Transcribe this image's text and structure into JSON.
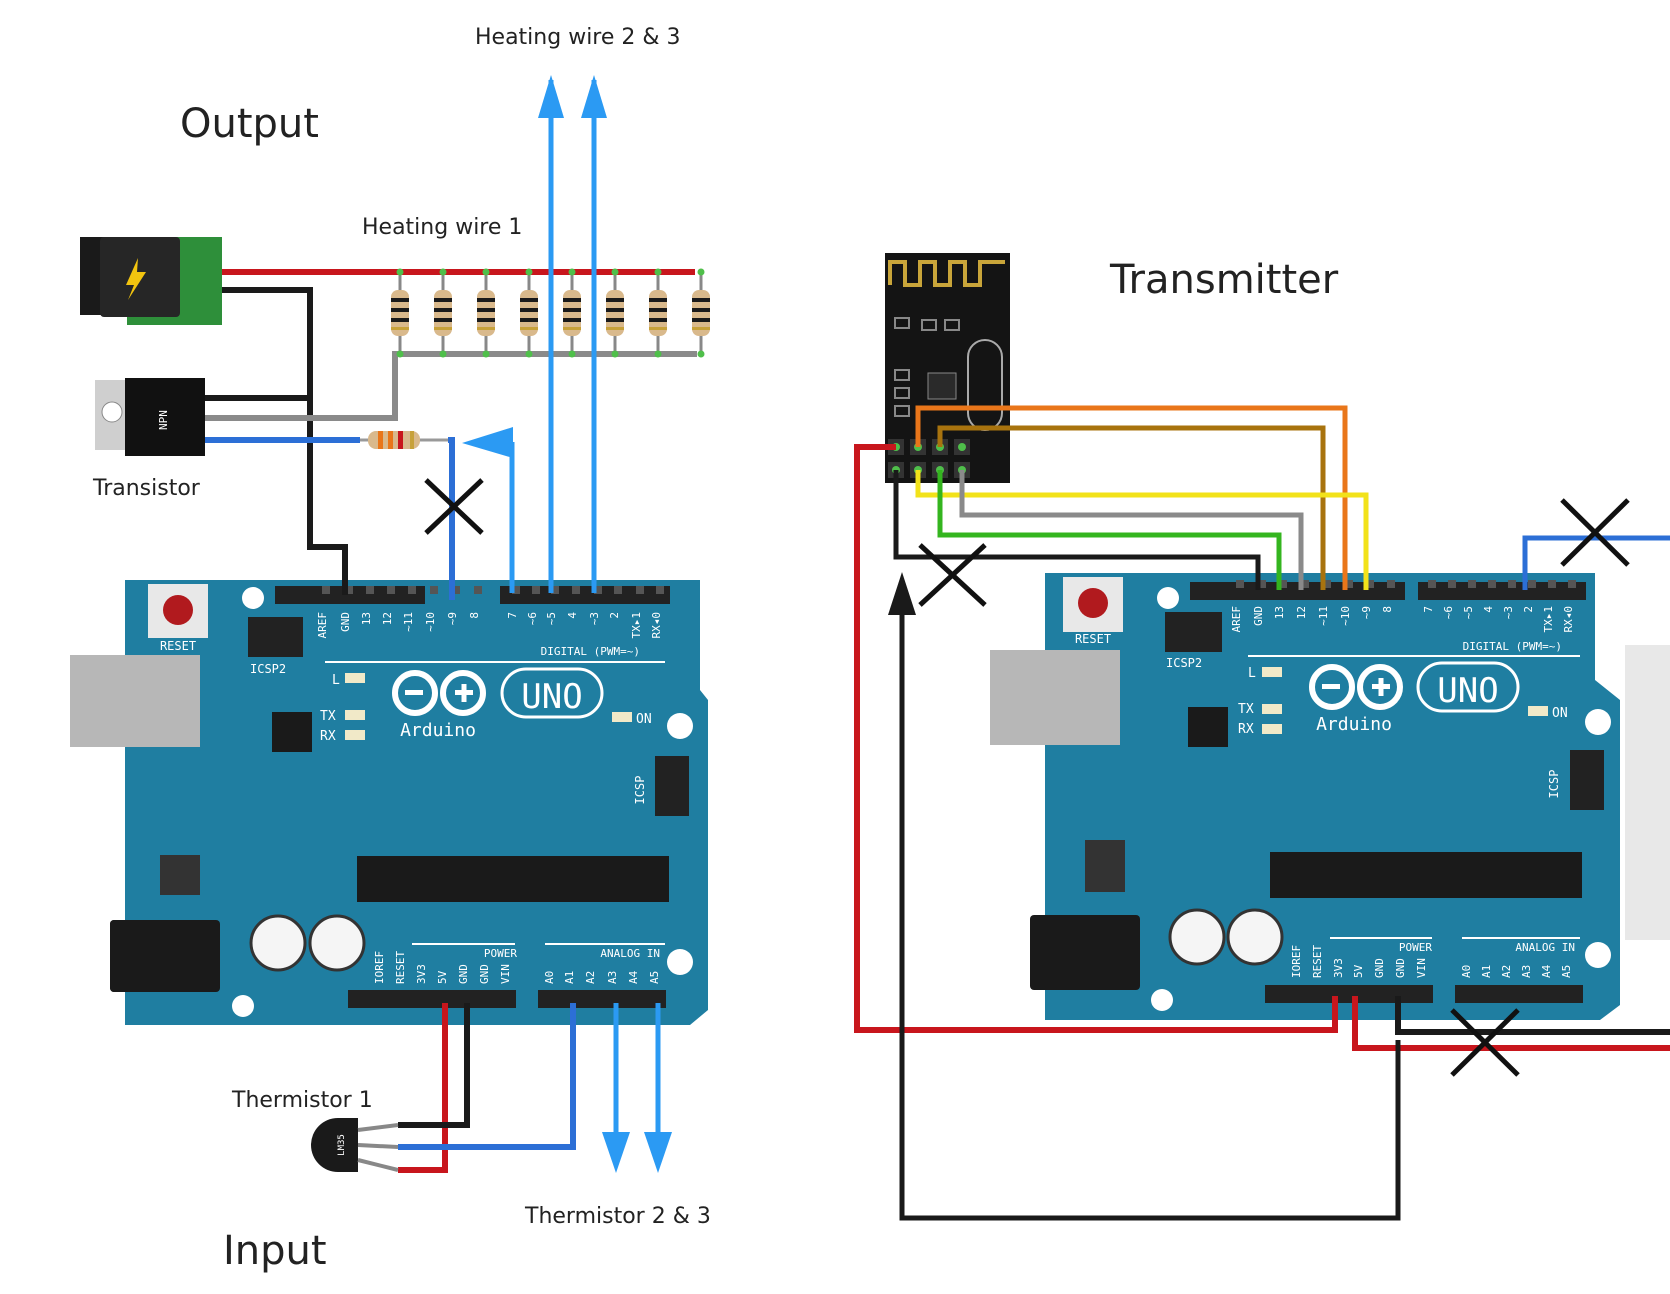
{
  "labels": {
    "output": "Output",
    "input": "Input",
    "heating_wire_1": "Heating wire 1",
    "heating_wire_2_3": "Heating wire 2 & 3",
    "transistor": "Transistor",
    "thermistor_1": "Thermistor 1",
    "thermistor_2_3": "Thermistor 2 & 3",
    "transmitter": "Transmitter"
  },
  "board": {
    "reset": "RESET",
    "icsp2": "ICSP2",
    "icsp": "ICSP",
    "uno": "UNO",
    "arduino": "Arduino",
    "digital": "DIGITAL (PWM=~)",
    "power": "POWER",
    "analog_in": "ANALOG IN",
    "led_l": "L",
    "led_tx": "TX",
    "led_rx": "RX",
    "led_on": "ON",
    "transistor_marking": "NPN",
    "thermistor_marking": "LM35",
    "digital_pins": [
      "AREF",
      "GND",
      "13",
      "12",
      "~11",
      "~10",
      "~9",
      "8",
      "7",
      "~6",
      "~5",
      "4",
      "~3",
      "2",
      "TX▸1",
      "RX◂0"
    ],
    "power_pins": [
      "IOREF",
      "RESET",
      "3V3",
      "5V",
      "GND",
      "GND",
      "VIN"
    ],
    "analog_pins": [
      "A0",
      "A1",
      "A2",
      "A3",
      "A4",
      "A5"
    ]
  },
  "colors": {
    "board": "#1f7ea1",
    "wire_red": "#c8161d",
    "wire_black": "#1a1a1a",
    "wire_blue_arrow": "#2b9af3",
    "wire_blue": "#2c6fd6",
    "wire_orange": "#e9761a",
    "wire_brown": "#a8730e",
    "wire_yellow": "#f2e21a",
    "wire_green": "#34b51f",
    "wire_gray": "#8a8a8a"
  }
}
